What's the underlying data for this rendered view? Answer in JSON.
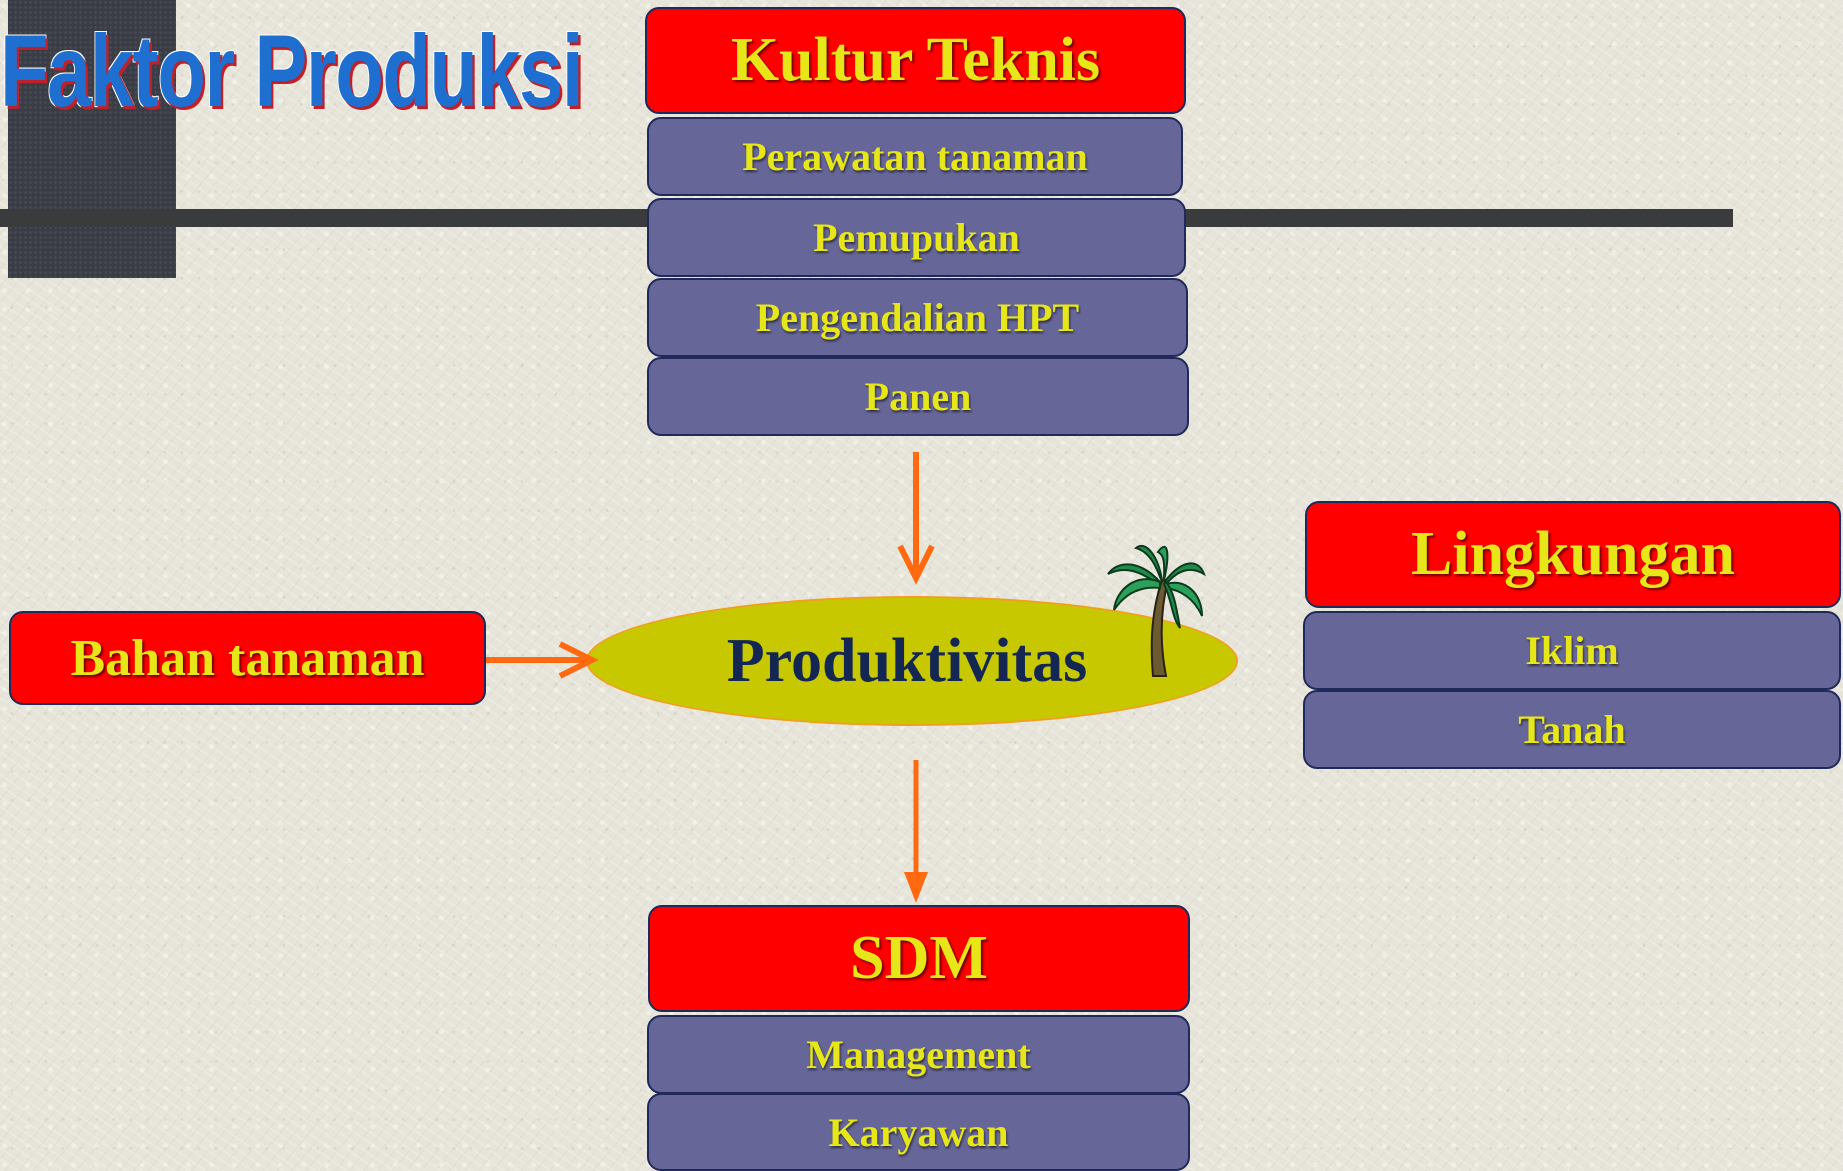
{
  "title": "Faktor Produksi",
  "center": {
    "label": "Produktivitas"
  },
  "groups": {
    "kultur_teknis": {
      "heading": "Kultur Teknis",
      "items": [
        "Perawatan tanaman",
        "Pemupukan",
        "Pengendalian HPT",
        "Panen"
      ]
    },
    "bahan_tanaman": {
      "heading": "Bahan tanaman"
    },
    "lingkungan": {
      "heading": "Lingkungan",
      "items": [
        "Iklim",
        "Tanah"
      ]
    },
    "sdm": {
      "heading": "SDM",
      "items": [
        "Management",
        "Karyawan"
      ]
    }
  },
  "colors": {
    "heading_fill": "#ff0000",
    "item_fill": "#666699",
    "text": "#e6e619",
    "center_fill": "#c8c800",
    "center_text": "#132752",
    "arrow": "#ff6a10",
    "title": "#1f6fd0"
  },
  "icons": {
    "tree": "palm-tree-icon"
  }
}
